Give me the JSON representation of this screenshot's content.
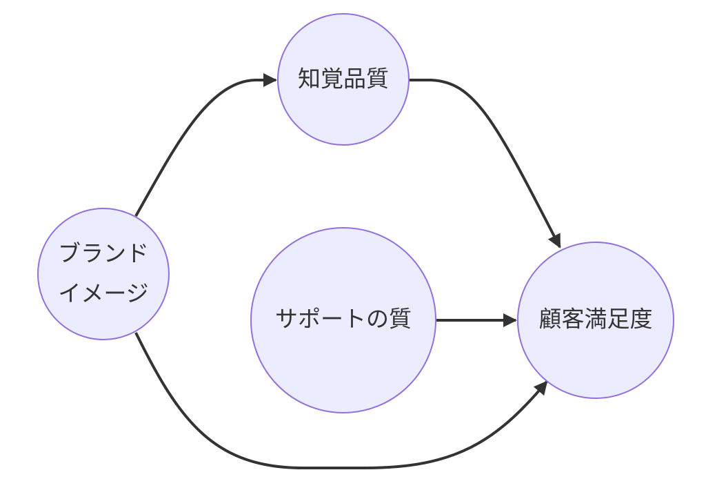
{
  "diagram": {
    "type": "flowchart",
    "colors": {
      "node_fill": "#ECECFF",
      "node_stroke": "#9370DB",
      "edge": "#333333",
      "text": "#333333"
    },
    "nodes": {
      "brand_image": {
        "lines": [
          "ブランド",
          "イメージ"
        ]
      },
      "perceived_quality": {
        "lines": [
          "知覚品質"
        ]
      },
      "support_quality": {
        "lines": [
          "サポートの質"
        ]
      },
      "customer_satisfaction": {
        "lines": [
          "顧客満足度"
        ]
      }
    },
    "edges": [
      {
        "from": "brand_image",
        "to": "perceived_quality"
      },
      {
        "from": "perceived_quality",
        "to": "customer_satisfaction"
      },
      {
        "from": "support_quality",
        "to": "customer_satisfaction"
      },
      {
        "from": "brand_image",
        "to": "customer_satisfaction"
      }
    ]
  }
}
